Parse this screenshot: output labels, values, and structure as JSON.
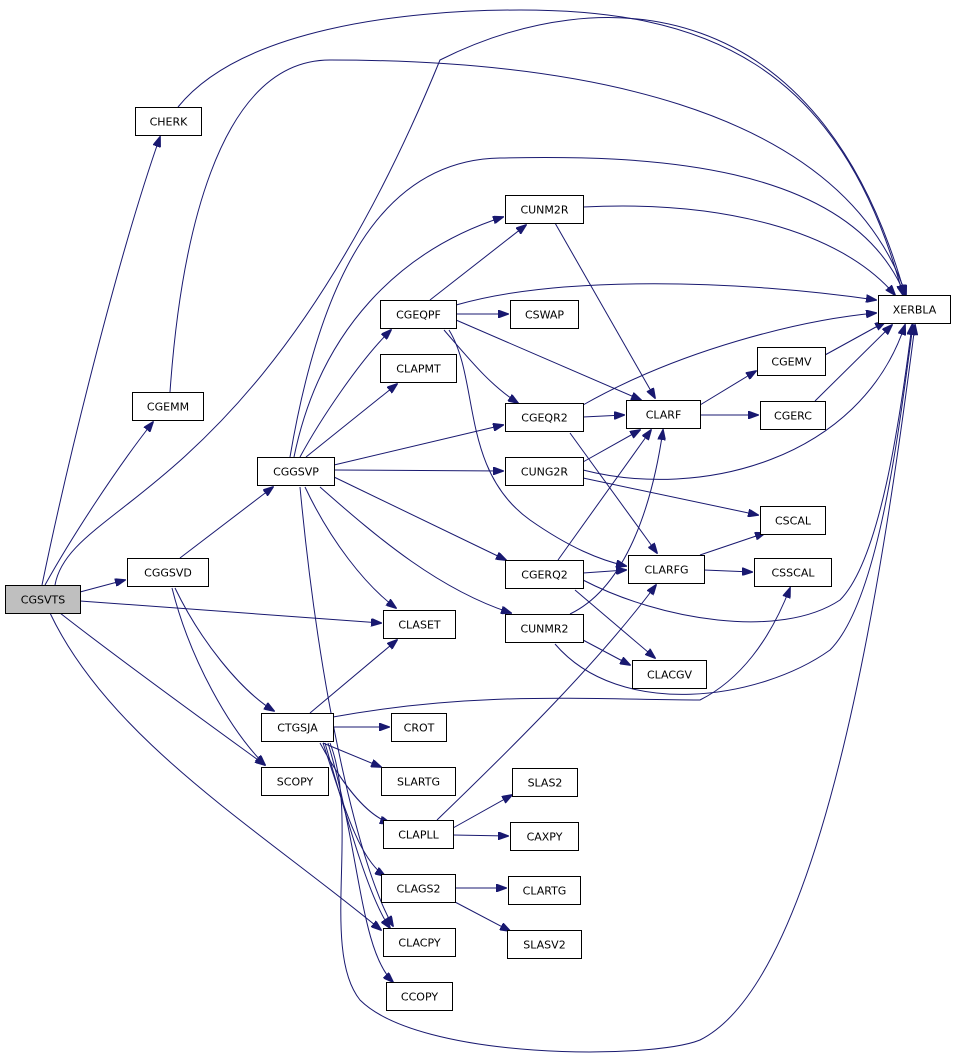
{
  "diagram": {
    "nodes": [
      {
        "id": "CGSVTS",
        "label": "CGSVTS",
        "root": true
      },
      {
        "id": "CHERK",
        "label": "CHERK"
      },
      {
        "id": "CGEMM",
        "label": "CGEMM"
      },
      {
        "id": "CGGSVD",
        "label": "CGGSVD"
      },
      {
        "id": "CGGSVP",
        "label": "CGGSVP"
      },
      {
        "id": "CTGSJA",
        "label": "CTGSJA"
      },
      {
        "id": "SCOPY",
        "label": "SCOPY"
      },
      {
        "id": "CGEQPF",
        "label": "CGEQPF"
      },
      {
        "id": "CLAPMT",
        "label": "CLAPMT"
      },
      {
        "id": "CLASET",
        "label": "CLASET"
      },
      {
        "id": "CROT",
        "label": "CROT"
      },
      {
        "id": "SLARTG",
        "label": "SLARTG"
      },
      {
        "id": "CLAPLL",
        "label": "CLAPLL"
      },
      {
        "id": "CLAGS2",
        "label": "CLAGS2"
      },
      {
        "id": "CLACPY",
        "label": "CLACPY"
      },
      {
        "id": "CCOPY",
        "label": "CCOPY"
      },
      {
        "id": "CUNM2R",
        "label": "CUNM2R"
      },
      {
        "id": "CSWAP",
        "label": "CSWAP"
      },
      {
        "id": "CGEQR2",
        "label": "CGEQR2"
      },
      {
        "id": "CUNG2R",
        "label": "CUNG2R"
      },
      {
        "id": "CGERQ2",
        "label": "CGERQ2"
      },
      {
        "id": "CUNMR2",
        "label": "CUNMR2"
      },
      {
        "id": "SLAS2",
        "label": "SLAS2"
      },
      {
        "id": "CAXPY",
        "label": "CAXPY"
      },
      {
        "id": "CLARTG",
        "label": "CLARTG"
      },
      {
        "id": "SLASV2",
        "label": "SLASV2"
      },
      {
        "id": "CLARF",
        "label": "CLARF"
      },
      {
        "id": "CLARFG",
        "label": "CLARFG"
      },
      {
        "id": "CLACGV",
        "label": "CLACGV"
      },
      {
        "id": "CGEMV",
        "label": "CGEMV"
      },
      {
        "id": "CGERC",
        "label": "CGERC"
      },
      {
        "id": "CSCAL",
        "label": "CSCAL"
      },
      {
        "id": "CSSCAL",
        "label": "CSSCAL"
      },
      {
        "id": "XERBLA",
        "label": "XERBLA"
      }
    ],
    "edges": [
      [
        "CGSVTS",
        "CHERK"
      ],
      [
        "CGSVTS",
        "CGEMM"
      ],
      [
        "CGSVTS",
        "CGGSVD"
      ],
      [
        "CGSVTS",
        "CLASET"
      ],
      [
        "CGSVTS",
        "SCOPY"
      ],
      [
        "CGSVTS",
        "CLACPY"
      ],
      [
        "CGSVTS",
        "XERBLA"
      ],
      [
        "CHERK",
        "XERBLA"
      ],
      [
        "CGEMM",
        "XERBLA"
      ],
      [
        "CGGSVD",
        "CGGSVP"
      ],
      [
        "CGGSVD",
        "CTGSJA"
      ],
      [
        "CGGSVD",
        "SCOPY"
      ],
      [
        "CGGSVP",
        "CGEQPF"
      ],
      [
        "CGGSVP",
        "CLAPMT"
      ],
      [
        "CGGSVP",
        "CLASET"
      ],
      [
        "CGGSVP",
        "CUNM2R"
      ],
      [
        "CGGSVP",
        "CGEQR2"
      ],
      [
        "CGGSVP",
        "CUNG2R"
      ],
      [
        "CGGSVP",
        "CGERQ2"
      ],
      [
        "CGGSVP",
        "CUNMR2"
      ],
      [
        "CGGSVP",
        "CLACPY"
      ],
      [
        "CGGSVP",
        "XERBLA"
      ],
      [
        "CTGSJA",
        "CLASET"
      ],
      [
        "CTGSJA",
        "CROT"
      ],
      [
        "CTGSJA",
        "SLARTG"
      ],
      [
        "CTGSJA",
        "CLAPLL"
      ],
      [
        "CTGSJA",
        "CLAGS2"
      ],
      [
        "CTGSJA",
        "CLACPY"
      ],
      [
        "CTGSJA",
        "CCOPY"
      ],
      [
        "CTGSJA",
        "CSSCAL"
      ],
      [
        "CTGSJA",
        "XERBLA"
      ],
      [
        "CGEQPF",
        "CUNM2R"
      ],
      [
        "CGEQPF",
        "CSWAP"
      ],
      [
        "CGEQPF",
        "CGEQR2"
      ],
      [
        "CGEQPF",
        "CLARF"
      ],
      [
        "CGEQPF",
        "CLARFG"
      ],
      [
        "CGEQPF",
        "XERBLA"
      ],
      [
        "CUNM2R",
        "CLARF"
      ],
      [
        "CUNM2R",
        "XERBLA"
      ],
      [
        "CGEQR2",
        "CLARF"
      ],
      [
        "CGEQR2",
        "CLARFG"
      ],
      [
        "CGEQR2",
        "XERBLA"
      ],
      [
        "CUNG2R",
        "CLARF"
      ],
      [
        "CUNG2R",
        "CSCAL"
      ],
      [
        "CUNG2R",
        "XERBLA"
      ],
      [
        "CGERQ2",
        "CLARF"
      ],
      [
        "CGERQ2",
        "CLARFG"
      ],
      [
        "CGERQ2",
        "CLACGV"
      ],
      [
        "CGERQ2",
        "XERBLA"
      ],
      [
        "CUNMR2",
        "CLARF"
      ],
      [
        "CUNMR2",
        "CLACGV"
      ],
      [
        "CUNMR2",
        "XERBLA"
      ],
      [
        "CLAPLL",
        "SLAS2"
      ],
      [
        "CLAPLL",
        "CAXPY"
      ],
      [
        "CLAPLL",
        "CLARFG"
      ],
      [
        "CLAGS2",
        "CLARTG"
      ],
      [
        "CLAGS2",
        "SLASV2"
      ],
      [
        "CLARF",
        "CGEMV"
      ],
      [
        "CLARF",
        "CGERC"
      ],
      [
        "CLARFG",
        "CSCAL"
      ],
      [
        "CLARFG",
        "CSSCAL"
      ],
      [
        "CGEMV",
        "XERBLA"
      ],
      [
        "CGERC",
        "XERBLA"
      ]
    ]
  }
}
